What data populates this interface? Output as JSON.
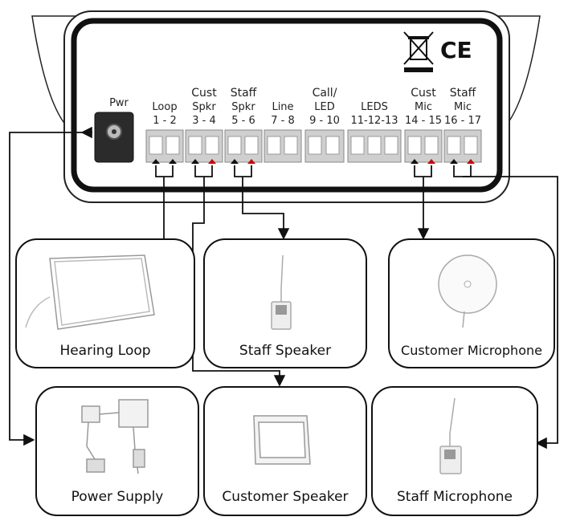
{
  "device": {
    "pwr_label": "Pwr",
    "ce_mark": "CE",
    "terminals": [
      {
        "l1": "",
        "l2": "Loop",
        "l3": "1 - 2"
      },
      {
        "l1": "Cust",
        "l2": "Spkr",
        "l3": "3 - 4"
      },
      {
        "l1": "Staff",
        "l2": "Spkr",
        "l3": "5 - 6"
      },
      {
        "l1": "",
        "l2": "Line",
        "l3": "7 - 8"
      },
      {
        "l1": "Call/",
        "l2": "LED",
        "l3": "9 - 10"
      },
      {
        "l1": "",
        "l2": "LEDS",
        "l3": "11-12-13"
      },
      {
        "l1": "Cust",
        "l2": "Mic",
        "l3": "14 - 15"
      },
      {
        "l1": "Staff",
        "l2": "Mic",
        "l3": "16 - 17"
      }
    ]
  },
  "components": {
    "hearing_loop": "Hearing Loop",
    "staff_speaker": "Staff Speaker",
    "customer_microphone": "Customer Microphone",
    "power_supply": "Power Supply",
    "customer_speaker": "Customer Speaker",
    "staff_microphone": "Staff Microphone"
  },
  "colors": {
    "outline": "#1a1a1a",
    "arrow_positive": "#d00000",
    "arrow_negative": "#111111",
    "connector": "#cfcfcf"
  }
}
